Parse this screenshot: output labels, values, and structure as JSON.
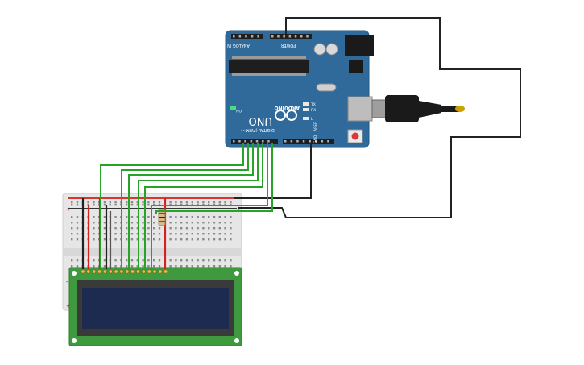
{
  "arduino": {
    "brand": "ARDUINO",
    "model": "UNO",
    "header_analog": "ANALOG IN",
    "header_power": "POWER",
    "header_digital": "DIGITAL (PWM~)",
    "label_aref": "AREF",
    "label_gnd": "GND",
    "label_on": "ON",
    "label_tx": "TX",
    "label_rx": "RX",
    "label_l": "L",
    "board_color": "#2f6a9a",
    "header_color": "#1f1f1f"
  },
  "breadboard": {
    "rail_plus": "+",
    "rail_minus": "-",
    "body_color": "#e6e6e6"
  },
  "lcd": {
    "pcb_color": "#3f9a3f",
    "screen_color": "#1c2b4f"
  },
  "wires": {
    "signal_color": "#27a327",
    "power_color": "#d32020",
    "ground_color": "#222222"
  },
  "usb_cable": {
    "color": "#1a1a1a"
  }
}
